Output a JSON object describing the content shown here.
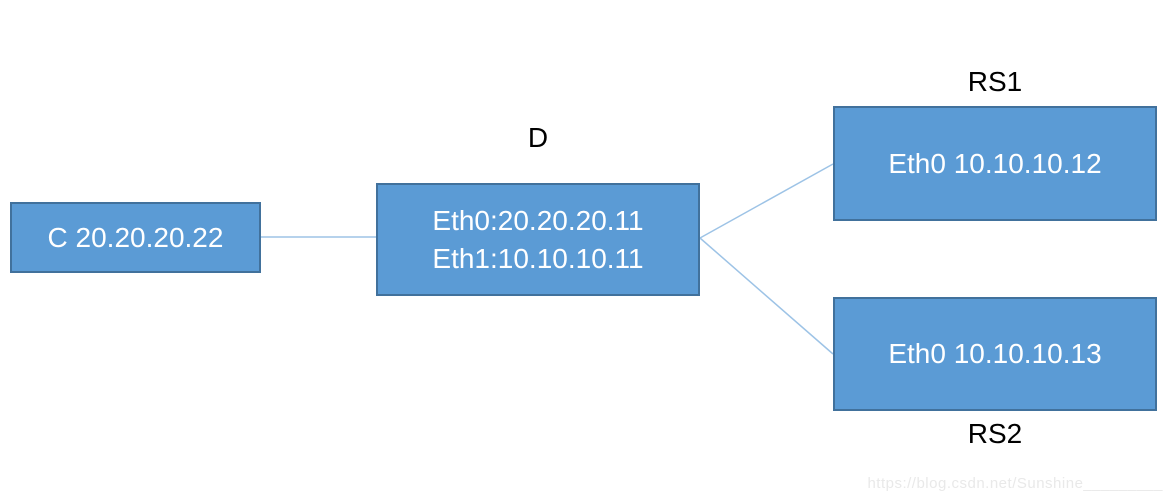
{
  "diagram": {
    "type": "network-topology",
    "nodes": {
      "client": {
        "label": "C 20.20.20.22"
      },
      "director": {
        "title": "D",
        "eth0": "Eth0:20.20.20.11",
        "eth1": "Eth1:10.10.10.11"
      },
      "rs1": {
        "title": "RS1",
        "label": "Eth0 10.10.10.12"
      },
      "rs2": {
        "title": "RS2",
        "label": "Eth0 10.10.10.13"
      }
    },
    "connections": [
      {
        "from": "client",
        "to": "director"
      },
      {
        "from": "director",
        "to": "rs1"
      },
      {
        "from": "director",
        "to": "rs2"
      }
    ],
    "colors": {
      "node_fill": "#5b9bd5",
      "node_border": "#41719c",
      "connector": "#9dc3e6",
      "node_text": "#ffffff",
      "title_text": "#000000",
      "watermark_text": "#e9e9e9",
      "background": "#ffffff"
    }
  },
  "watermark": {
    "text": "https://blog.csdn.net/Sunshine_________"
  }
}
